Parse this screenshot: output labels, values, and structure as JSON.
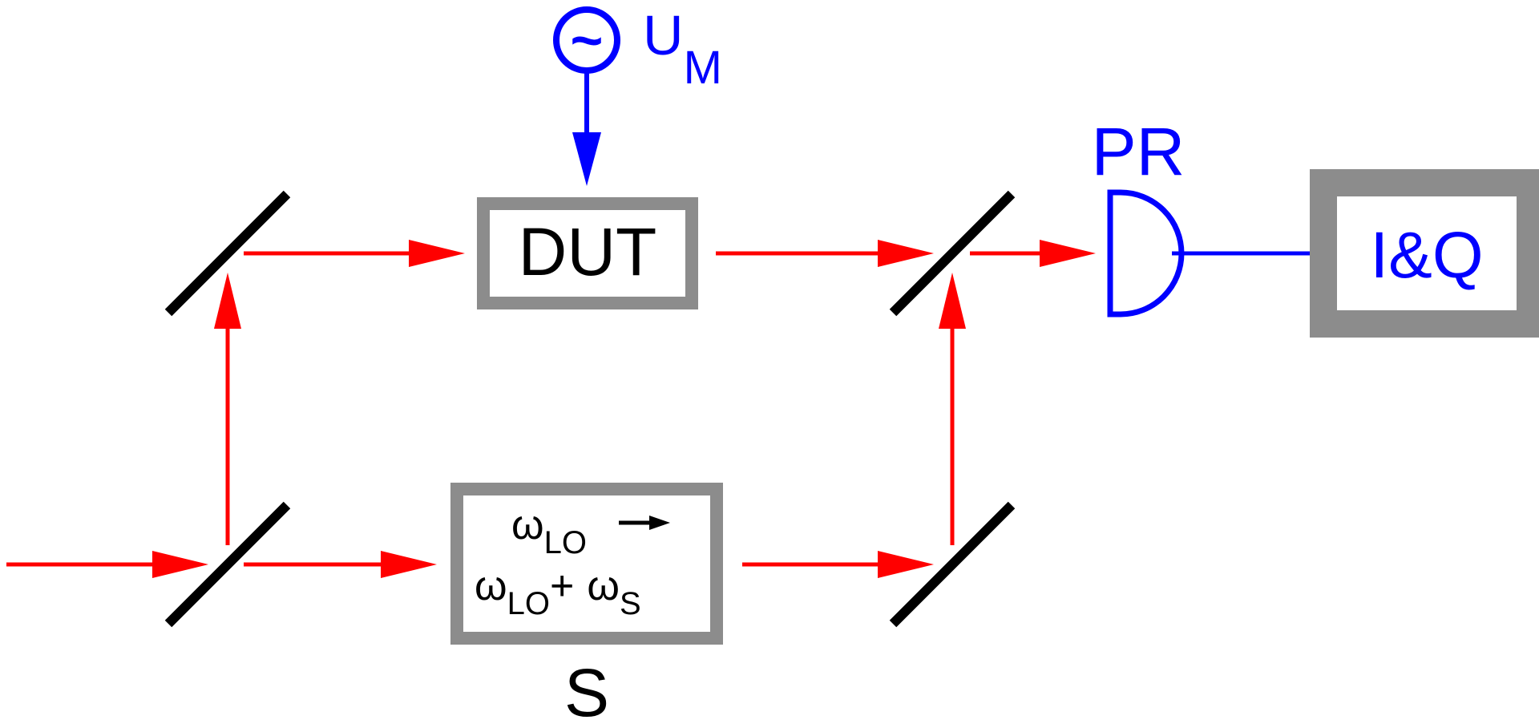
{
  "colors": {
    "beam": "#ff0000",
    "signal": "#0000ff",
    "component": "#000000",
    "box_border": "#8c8c8c",
    "text": "#000000"
  },
  "source": {
    "symbol": "~",
    "label_main": "U",
    "label_sub": "M"
  },
  "dut": {
    "label": "DUT"
  },
  "shifter": {
    "line1_omega": "ω",
    "line1_sub": "LO",
    "line2_omega": "ω",
    "line2_sub": "LO",
    "line2_plus": "+",
    "line2_omega_s": "ω",
    "line2_sub_s": "S",
    "caption": "S"
  },
  "photoreceiver": {
    "label": "PR"
  },
  "demodulator": {
    "label": "I&Q"
  }
}
